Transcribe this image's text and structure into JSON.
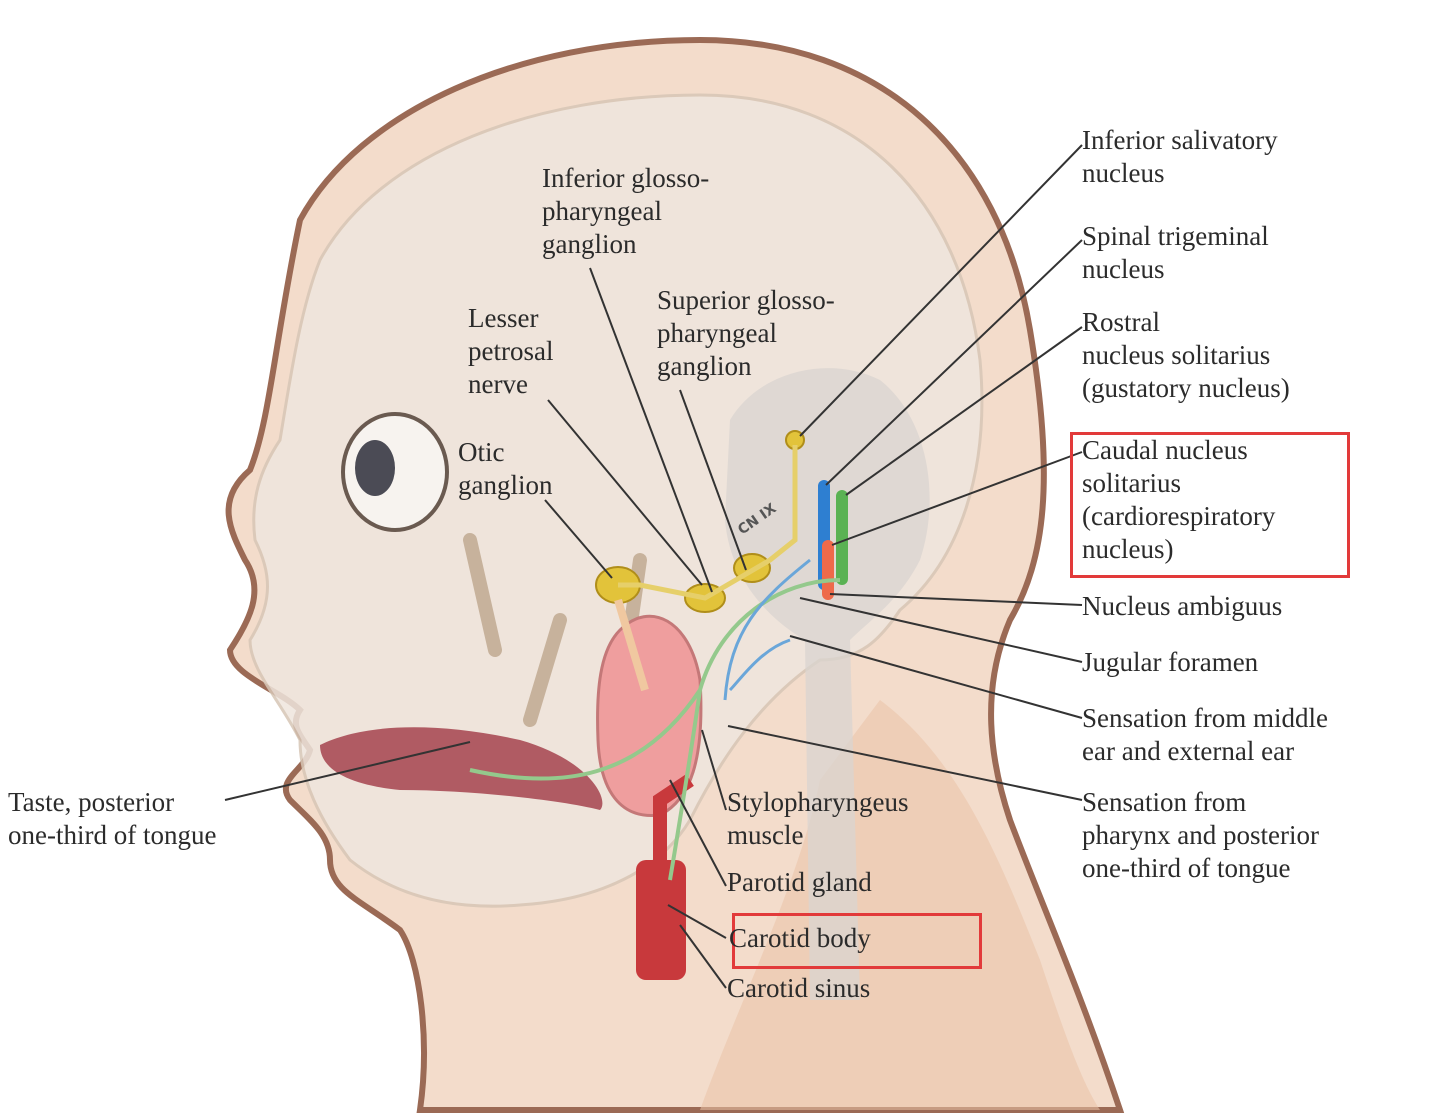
{
  "labels": {
    "inferior_glosso": [
      "Inferior glosso-",
      "pharyngeal",
      "ganglion"
    ],
    "superior_glosso": [
      "Superior glosso-",
      "pharyngeal",
      "ganglion"
    ],
    "lesser_petrosal": [
      "Lesser",
      "petrosal",
      "nerve"
    ],
    "otic": [
      "Otic",
      "ganglion"
    ],
    "taste": [
      "Taste, posterior",
      "one-third of tongue"
    ],
    "stylopharyngeus": [
      "Stylopharyngeus",
      "muscle"
    ],
    "parotid": [
      "Parotid gland"
    ],
    "carotid_body": [
      "Carotid body"
    ],
    "carotid_sinus": [
      "Carotid sinus"
    ],
    "inferior_salivatory": [
      "Inferior salivatory",
      "nucleus"
    ],
    "spinal_trigeminal": [
      "Spinal trigeminal",
      "nucleus"
    ],
    "rostral": [
      "Rostral",
      "nucleus solitarius",
      "(gustatory nucleus)"
    ],
    "caudal": [
      "Caudal nucleus",
      "solitarius",
      "(cardiorespiratory",
      "nucleus)"
    ],
    "ambiguus": [
      "Nucleus ambiguus"
    ],
    "jugular": [
      "Jugular foramen"
    ],
    "sensation_ear": [
      "Sensation from middle",
      "ear and external ear"
    ],
    "sensation_pharynx": [
      "Sensation from",
      "pharynx and posterior",
      "one-third of tongue"
    ]
  },
  "nerve_tag": "CN IX",
  "colors": {
    "skin": "#f3dccb",
    "skin_shadow": "#e9c3a8",
    "skull": "#efe6de",
    "outline": "#9b6a55",
    "ganglion": "#e2c33a",
    "parotid": "#ef9e9e",
    "artery": "#c8393c",
    "tongue": "#a84b55",
    "nerve_green": "#94c98c",
    "nerve_blue": "#6aa6d9",
    "nerve_yellow": "#e6cf6a",
    "nucleus_blue": "#2e7fd1",
    "nucleus_green": "#5ab253",
    "nucleus_red": "#ee6a4a",
    "highlight": "#e23a3a",
    "leader": "#333333"
  }
}
